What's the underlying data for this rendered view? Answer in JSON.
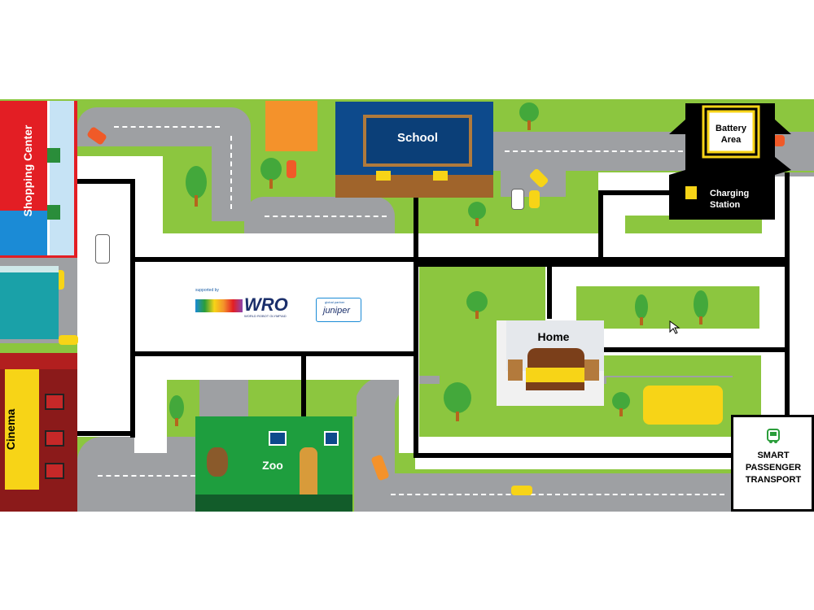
{
  "map": {
    "places": {
      "shopping_center": "Shopping Center",
      "school": "School",
      "battery_area": "Battery Area",
      "charging_station": "Charging Station",
      "home": "Home",
      "cinema": "Cinema",
      "zoo": "Zoo",
      "smart_passenger_transport": "SMART PASSENGER TRANSPORT"
    },
    "logos": {
      "wro_caption": "supported by",
      "wro_text": "WRO",
      "wro_sub": "WORLD ROBOT OLYMPIAD",
      "juniper_caption": "global partner",
      "juniper_text": "juniper"
    }
  },
  "colors": {
    "grass": "#8cc63f",
    "road": "#9ea0a3",
    "lane": "#ffffff",
    "line": "#000000",
    "shopping_center": "#e31e24",
    "school": "#0d4a8c",
    "battery_area": "#000000",
    "cinema": "#f7d417",
    "zoo": "#1e9e3e",
    "yellow_pad": "#f7d417"
  },
  "icons": [
    "bus-icon",
    "battery-icon",
    "tree-icon",
    "car-icon",
    "cursor-icon"
  ]
}
